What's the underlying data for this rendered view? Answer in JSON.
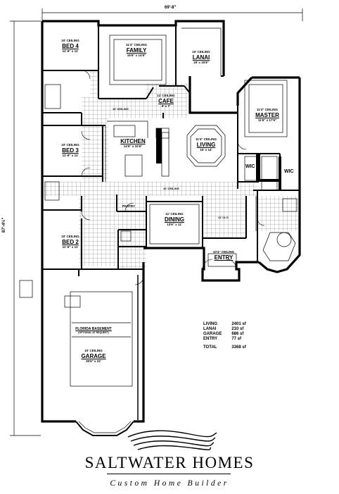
{
  "overall": {
    "width": "69'-8\"",
    "depth": "87'-4½\""
  },
  "rooms": {
    "bed4": {
      "ceiling": "10' CEILING",
      "name": "BED 4",
      "dims": "11'-6\" x 11'"
    },
    "family": {
      "ceiling": "11'4\" CEILING",
      "name": "FAMILY",
      "dims": "16'6\" x 14'6\""
    },
    "lanai": {
      "ceiling": "10' CEILING",
      "name": "LANAI",
      "dims": "15' x 16'8\""
    },
    "cafe": {
      "ceiling": "11' CEILING",
      "name": "CAFE",
      "dims": "9' x 7'"
    },
    "master": {
      "ceiling": "11'4\" CEILING",
      "name": "MASTER",
      "dims": "11'6\" x 17'6\""
    },
    "kitchen": {
      "ceiling": "",
      "name": "KITCHEN",
      "dims": "14'6\" x 10'6\""
    },
    "living": {
      "ceiling": "11'4\" CEILING",
      "name": "LIVING",
      "dims": "15' x 14'"
    },
    "bed3": {
      "ceiling": "10' CEILING",
      "name": "BED 3",
      "dims": "11'-6\" x 11'"
    },
    "bed2": {
      "ceiling": "10' CEILING",
      "name": "BED 2",
      "dims": "11'-6\" x 11'"
    },
    "dining": {
      "ceiling": "11' CEILING",
      "name": "DINING",
      "dims": "13'6\" x 11'"
    },
    "entry": {
      "ceiling": "10'4\" CEILING",
      "name": "ENTRY",
      "dims": ""
    },
    "garage": {
      "ceiling": "10' CEILING",
      "name": "GARAGE",
      "dims": "30'6\" x 22'"
    }
  },
  "labels": {
    "wic1": "WIC",
    "wic2": "WIC",
    "pantry": "PANTRY",
    "basement": "FLORIDA BASEMENT",
    "basement_sub": "(OPTIONAL AT REQUEST)",
    "ceil_hall1": "10' CEILING",
    "ceil_hall2": "10' CEILING",
    "ceil_foyer": "11' CLG"
  },
  "areas": [
    {
      "label": "LIVING",
      "value": "2401 sf"
    },
    {
      "label": "LANAI",
      "value": "210 sf"
    },
    {
      "label": "GARAGE",
      "value": "686 sf"
    },
    {
      "label": "ENTRY",
      "value": "77 sf"
    }
  ],
  "total": {
    "label": "TOTAL",
    "value": "3368 sf"
  },
  "brand": {
    "name": "SALTWATER HOMES",
    "tagline": "Custom Home Builder"
  }
}
